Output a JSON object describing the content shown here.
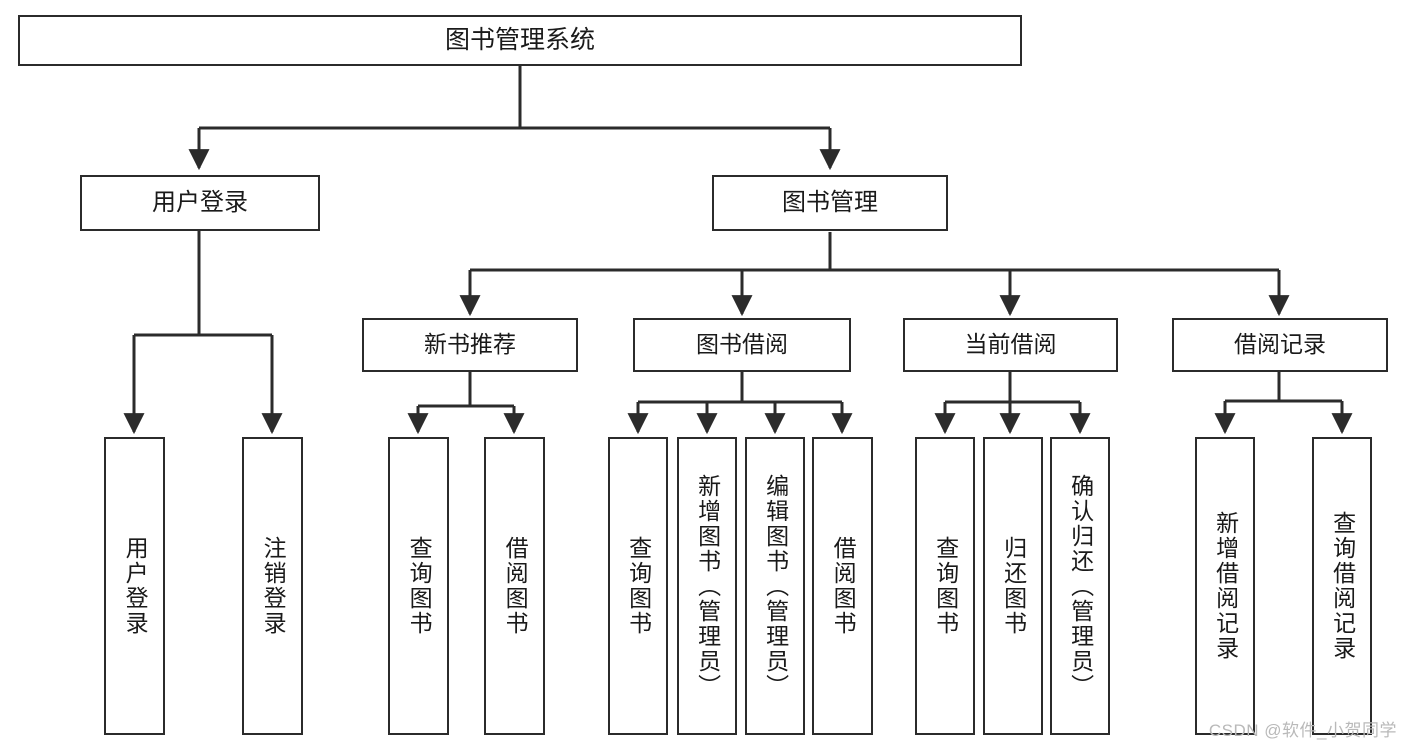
{
  "diagram": {
    "type": "tree-hierarchy",
    "title": "图书管理系统",
    "watermark": "CSDN @软件_小贺同学",
    "colors": {
      "stroke": "#2b2b2b",
      "fill": "#ffffff",
      "text": "#1a1a1a",
      "watermark": "#b9b9b9"
    },
    "nodes": {
      "root": {
        "label": "图书管理系统"
      },
      "level2": [
        {
          "id": "user-login",
          "label": "用户登录"
        },
        {
          "id": "book-manage",
          "label": "图书管理"
        }
      ],
      "level3": [
        {
          "id": "new-book-recommend",
          "label": "新书推荐"
        },
        {
          "id": "book-borrow",
          "label": "图书借阅"
        },
        {
          "id": "current-borrow",
          "label": "当前借阅"
        },
        {
          "id": "borrow-record",
          "label": "借阅记录"
        }
      ],
      "leaves": {
        "user_login": [
          {
            "id": "leaf-user-login",
            "label": "用户登录"
          },
          {
            "id": "leaf-logout-login",
            "label": "注销登录"
          }
        ],
        "new_book_recommend": [
          {
            "id": "leaf-query-book-1",
            "label": "查询图书"
          },
          {
            "id": "leaf-borrow-book-1",
            "label": "借阅图书"
          }
        ],
        "book_borrow": [
          {
            "id": "leaf-query-book-2",
            "label": "查询图书"
          },
          {
            "id": "leaf-add-book",
            "label": "新增图书（管理员）"
          },
          {
            "id": "leaf-edit-book",
            "label": "编辑图书（管理员）"
          },
          {
            "id": "leaf-borrow-book-2",
            "label": "借阅图书"
          }
        ],
        "current_borrow": [
          {
            "id": "leaf-query-book-3",
            "label": "查询图书"
          },
          {
            "id": "leaf-return-book",
            "label": "归还图书"
          },
          {
            "id": "leaf-confirm-return",
            "label": "确认归还（管理员）"
          }
        ],
        "borrow_record": [
          {
            "id": "leaf-add-record",
            "label": "新增借阅记录"
          },
          {
            "id": "leaf-query-record",
            "label": "查询借阅记录"
          }
        ]
      }
    }
  }
}
